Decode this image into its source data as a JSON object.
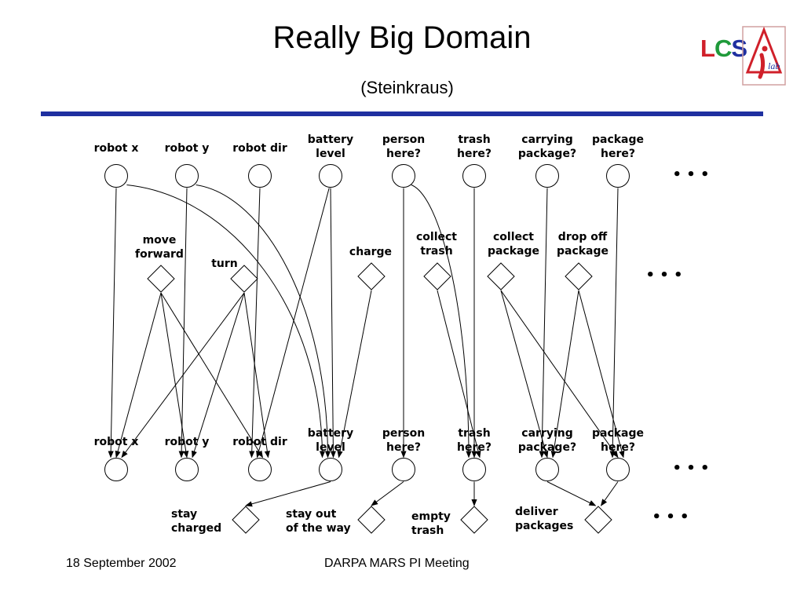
{
  "slide": {
    "title": "Really Big Domain",
    "subtitle": "(Steinkraus)",
    "logo_letters": [
      "L",
      "C",
      "S"
    ],
    "logo_mark_text": "lab",
    "accent_color": "#1f30a0",
    "footer_left": "18 September 2002",
    "footer_center": "DARPA MARS PI Meeting"
  },
  "diagram": {
    "top_variables": [
      {
        "id": "robotx",
        "label": [
          "robot x"
        ]
      },
      {
        "id": "roboty",
        "label": [
          "robot y"
        ]
      },
      {
        "id": "robotdir",
        "label": [
          "robot dir"
        ]
      },
      {
        "id": "battery",
        "label": [
          "battery",
          "level"
        ]
      },
      {
        "id": "person",
        "label": [
          "person",
          "here?"
        ]
      },
      {
        "id": "trash",
        "label": [
          "trash",
          "here?"
        ]
      },
      {
        "id": "carrying",
        "label": [
          "carrying",
          "package?"
        ]
      },
      {
        "id": "package",
        "label": [
          "package",
          "here?"
        ]
      }
    ],
    "actions": [
      {
        "id": "move",
        "label": [
          "move",
          "forward"
        ]
      },
      {
        "id": "turn",
        "label": [
          "turn"
        ]
      },
      {
        "id": "charge",
        "label": [
          "charge"
        ]
      },
      {
        "id": "collecttrash",
        "label": [
          "collect",
          "trash"
        ]
      },
      {
        "id": "collectpkg",
        "label": [
          "collect",
          "package"
        ]
      },
      {
        "id": "dropoff",
        "label": [
          "drop off",
          "package"
        ]
      }
    ],
    "bottom_variables": [
      {
        "id": "robotx",
        "label": [
          "robot x"
        ]
      },
      {
        "id": "roboty",
        "label": [
          "robot y"
        ]
      },
      {
        "id": "robotdir",
        "label": [
          "robot dir"
        ]
      },
      {
        "id": "battery",
        "label": [
          "battery",
          "level"
        ]
      },
      {
        "id": "person",
        "label": [
          "person",
          "here?"
        ]
      },
      {
        "id": "trash",
        "label": [
          "trash",
          "here?"
        ]
      },
      {
        "id": "carrying",
        "label": [
          "carrying",
          "package?"
        ]
      },
      {
        "id": "package",
        "label": [
          "package",
          "here?"
        ]
      }
    ],
    "rewards": [
      {
        "id": "staycharged",
        "label": [
          "stay",
          "charged"
        ]
      },
      {
        "id": "stayout",
        "label": [
          "stay out",
          "of the way"
        ]
      },
      {
        "id": "emptytrash",
        "label": [
          "empty",
          "trash"
        ]
      },
      {
        "id": "deliver",
        "label": [
          "deliver",
          "packages"
        ]
      }
    ],
    "ellipsis": "• • •",
    "edges": [
      {
        "from": "top.robotx",
        "to": "bottom.robotx"
      },
      {
        "from": "top.robotx",
        "to": "bottom.battery",
        "curved": true
      },
      {
        "from": "top.roboty",
        "to": "bottom.roboty"
      },
      {
        "from": "top.roboty",
        "to": "bottom.battery",
        "curved": true
      },
      {
        "from": "top.robotdir",
        "to": "bottom.robotdir"
      },
      {
        "from": "top.battery",
        "to": "bottom.battery"
      },
      {
        "from": "top.battery",
        "to": "bottom.robotdir"
      },
      {
        "from": "top.person",
        "to": "bottom.person"
      },
      {
        "from": "top.person",
        "to": "bottom.trash",
        "curved": true
      },
      {
        "from": "top.trash",
        "to": "bottom.trash"
      },
      {
        "from": "top.carrying",
        "to": "bottom.carrying"
      },
      {
        "from": "top.package",
        "to": "bottom.package"
      },
      {
        "from": "action.move",
        "to": "bottom.robotx"
      },
      {
        "from": "action.move",
        "to": "bottom.roboty"
      },
      {
        "from": "action.move",
        "to": "bottom.robotdir"
      },
      {
        "from": "action.turn",
        "to": "bottom.robotx"
      },
      {
        "from": "action.turn",
        "to": "bottom.roboty"
      },
      {
        "from": "action.turn",
        "to": "bottom.robotdir"
      },
      {
        "from": "action.charge",
        "to": "bottom.battery"
      },
      {
        "from": "action.collecttrash",
        "to": "bottom.trash"
      },
      {
        "from": "action.collectpkg",
        "to": "bottom.carrying"
      },
      {
        "from": "action.collectpkg",
        "to": "bottom.package"
      },
      {
        "from": "action.dropoff",
        "to": "bottom.carrying"
      },
      {
        "from": "action.dropoff",
        "to": "bottom.package"
      },
      {
        "from": "bottom.battery",
        "to": "reward.staycharged"
      },
      {
        "from": "bottom.person",
        "to": "reward.stayout"
      },
      {
        "from": "bottom.trash",
        "to": "reward.emptytrash"
      },
      {
        "from": "bottom.carrying",
        "to": "reward.deliver"
      },
      {
        "from": "bottom.package",
        "to": "reward.deliver"
      }
    ]
  }
}
